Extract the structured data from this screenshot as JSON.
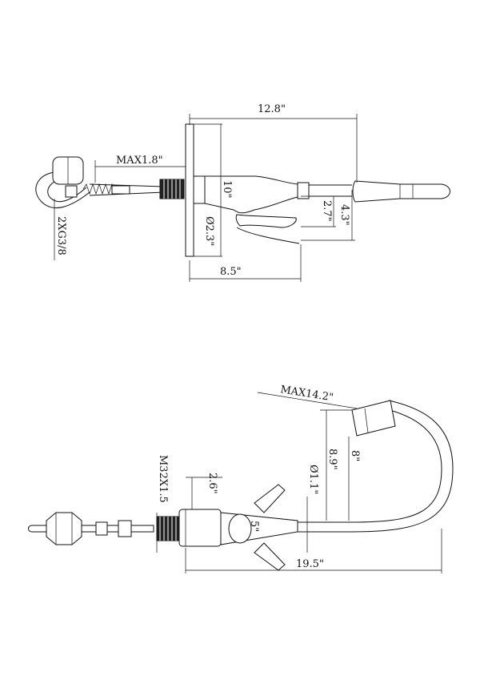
{
  "top_view": {
    "dim_length": "12.8\"",
    "dim_max_shank": "MAX1.8\"",
    "dim_base_height": "10\"",
    "dim_base_dia": "Ø2.3\"",
    "dim_handle": "2.7\"",
    "dim_spout_height": "4.3\"",
    "dim_depth": "8.5\"",
    "dim_hose_thread": "2XG3/8"
  },
  "side_view": {
    "dim_max_height": "MAX14.2\"",
    "dim_spout_high": "8.9\"",
    "dim_spout_low": "8\"",
    "dim_thread": "M32X1.5",
    "dim_base": "2.6\"",
    "dim_body": "5\"",
    "dim_pipe_dia": "Ø1.1\"",
    "dim_total_length": "19.5\""
  }
}
